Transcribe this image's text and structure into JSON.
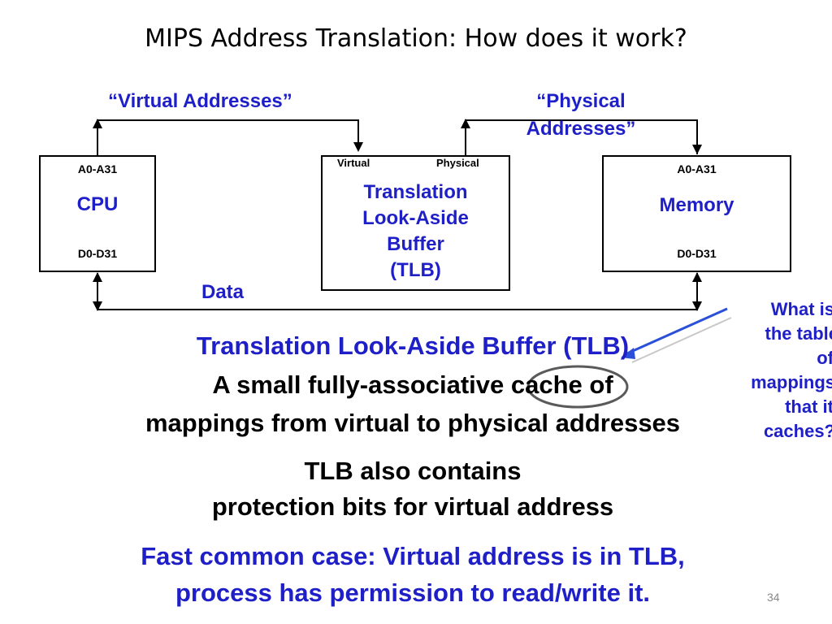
{
  "slide": {
    "title": "MIPS Address Translation: How does it work?",
    "page_number": "34"
  },
  "diagram": {
    "virtual_addresses_label": "“Virtual Addresses”",
    "physical_addresses_label_line1": "“Physical",
    "physical_addresses_label_line2": "Addresses”",
    "data_label": "Data",
    "cpu": {
      "name": "CPU",
      "addr_pins": "A0-A31",
      "data_pins": "D0-D31"
    },
    "tlb": {
      "port_virtual": "Virtual",
      "port_physical": "Physical",
      "name_line1": "Translation",
      "name_line2": "Look-Aside",
      "name_line3": "Buffer",
      "name_line4": "(TLB)"
    },
    "memory": {
      "name": "Memory",
      "addr_pins": "A0-A31",
      "data_pins": "D0-D31"
    }
  },
  "body": {
    "heading": "Translation Look-Aside Buffer (TLB)",
    "line1_before": "A small fully-associative ",
    "line1_circled": "cache",
    "line1_after": " of",
    "line2": "mappings from virtual to physical addresses",
    "line3": "TLB also contains",
    "line4": "protection bits for virtual address",
    "fast_line1": "Fast common case: Virtual address is in TLB,",
    "fast_line2": "process has permission to read/write it."
  },
  "annotation": {
    "line1": "What is",
    "line2": "the table",
    "line3": "of",
    "line4": "mappings",
    "line5": "that it",
    "line6": "caches?"
  },
  "colors": {
    "accent_blue": "#1f1fc8",
    "text": "#000000",
    "callout_line": "#2a4fd8"
  }
}
